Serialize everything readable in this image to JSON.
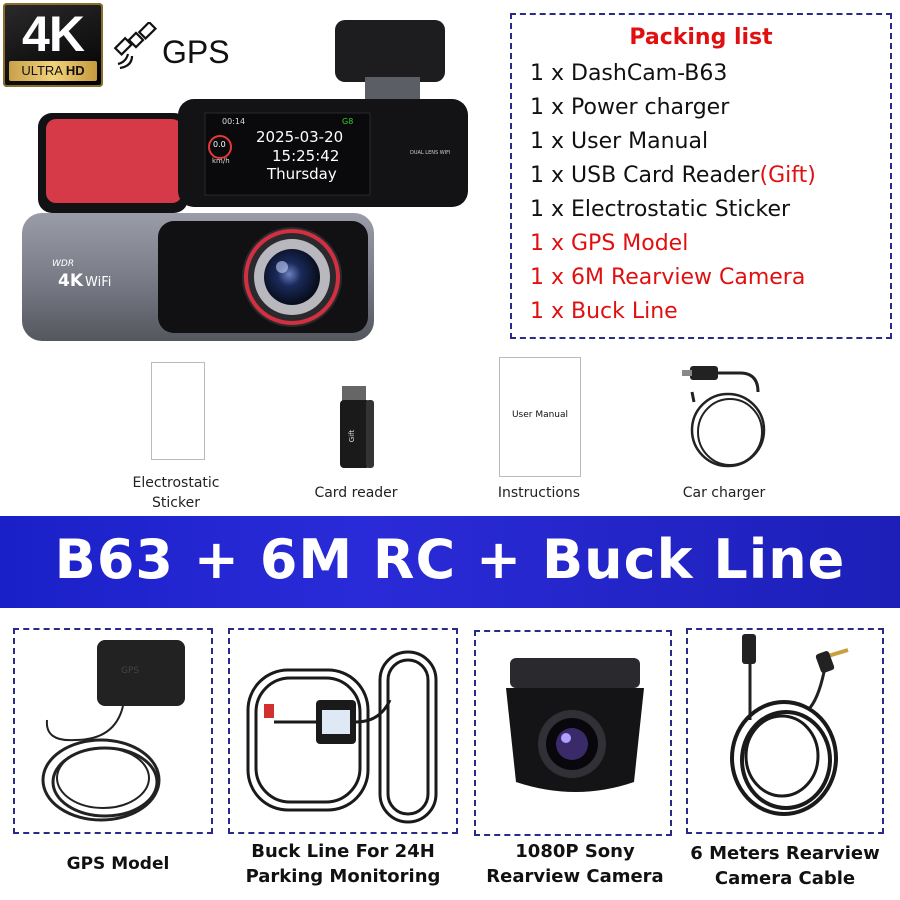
{
  "badge": {
    "main": "4K",
    "ultra": "ULTRA",
    "hd": "HD"
  },
  "gps_logo": {
    "text": "GPS",
    "icon": "satellite-icon"
  },
  "dashcam": {
    "screen_speed": "0.0",
    "screen_unit": "km/h",
    "screen_time_small": "00:14",
    "screen_signal": "G8",
    "screen_date": "2025-03-20",
    "screen_time": "15:25:42",
    "screen_day": "Thursday",
    "screen_wifi_label": "DUAL LENS WIFI",
    "body_wdr": "WDR",
    "body_4k": "4K",
    "body_wifi": "WiFi"
  },
  "packing_list": {
    "title": "Packing list",
    "items": [
      {
        "text": "1 x DashCam-B63",
        "gift": "",
        "red": false
      },
      {
        "text": "1 x Power charger",
        "gift": "",
        "red": false
      },
      {
        "text": "1 x User Manual",
        "gift": "",
        "red": false
      },
      {
        "text": "1 x USB Card Reader",
        "gift": "(Gift)",
        "red": false
      },
      {
        "text": "1 x Electrostatic Sticker",
        "gift": "",
        "red": false
      },
      {
        "text": "1 x GPS Model",
        "gift": "",
        "red": true
      },
      {
        "text": "1 x 6M Rearview Camera",
        "gift": "",
        "red": true
      },
      {
        "text": "1 x Buck Line",
        "gift": "",
        "red": true
      }
    ]
  },
  "accessories": {
    "sticker_line1": "Electrostatic",
    "sticker_line2": "Sticker",
    "card_reader": "Card reader",
    "card_reader_gift": "Gift",
    "manual_cover": "User Manual",
    "instructions": "Instructions",
    "car_charger": "Car charger"
  },
  "banner": {
    "text": "B63 + 6M RC + Buck Line"
  },
  "products": {
    "gps_model": {
      "line1": "GPS Model",
      "line2": "",
      "device_label": "GPS"
    },
    "buck_line": {
      "line1": "Buck Line For 24H",
      "line2": "Parking Monitoring"
    },
    "rear_cam": {
      "line1": "1080P Sony",
      "line2": "Rearview Camera"
    },
    "cable": {
      "line1": "6 Meters Rearview",
      "line2": "Camera Cable"
    }
  },
  "colors": {
    "accent_red": "#e01010",
    "banner_blue": "#2a2bd8",
    "frame_dash": "#2a2a8a",
    "gold": "#d9b25a"
  }
}
